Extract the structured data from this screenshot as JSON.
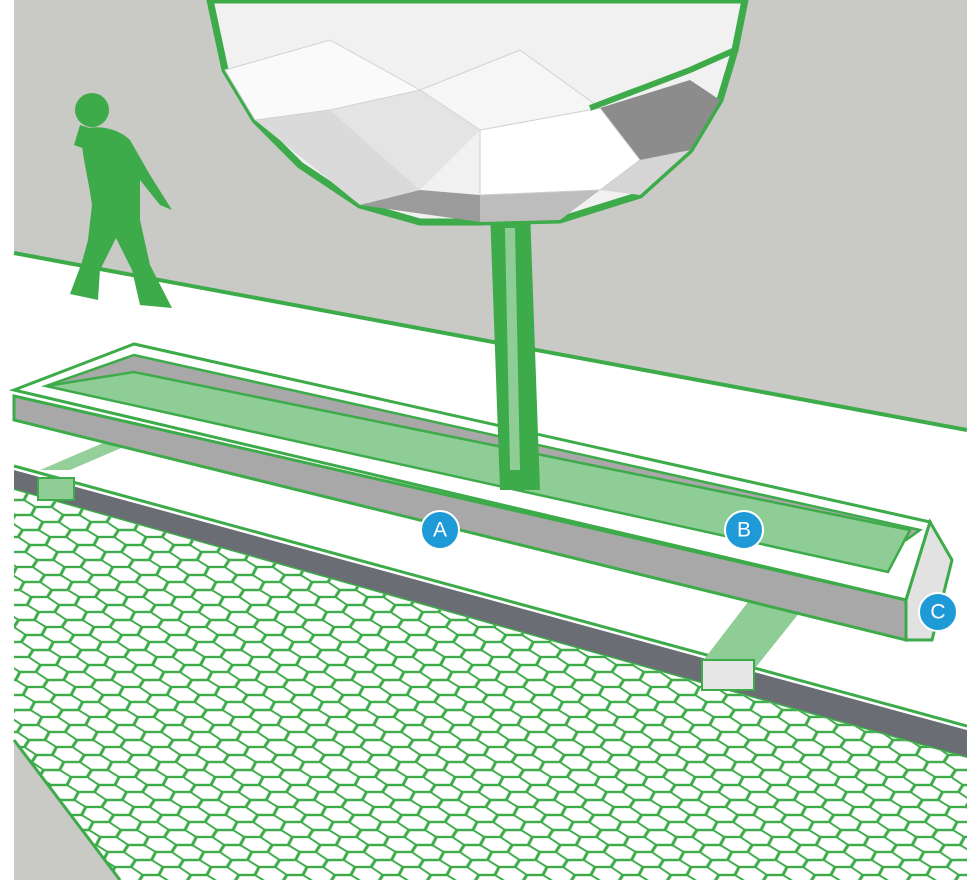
{
  "callouts": [
    {
      "id": "A",
      "label": "A"
    },
    {
      "id": "B",
      "label": "B"
    },
    {
      "id": "C",
      "label": "C"
    }
  ],
  "colors": {
    "selection_green": "#3dab49",
    "selection_fill": "#8fcd96",
    "background_wall": "#c9c9c6",
    "sidewalk": "#ffffff",
    "curb_dark": "#6a6e74",
    "planter_face": "#a8a8a8",
    "callout_blue": "#1e9bd7"
  },
  "icons": {
    "pedestrian": "pedestrian-silhouette-icon",
    "tree": "low-poly-tree-icon"
  }
}
